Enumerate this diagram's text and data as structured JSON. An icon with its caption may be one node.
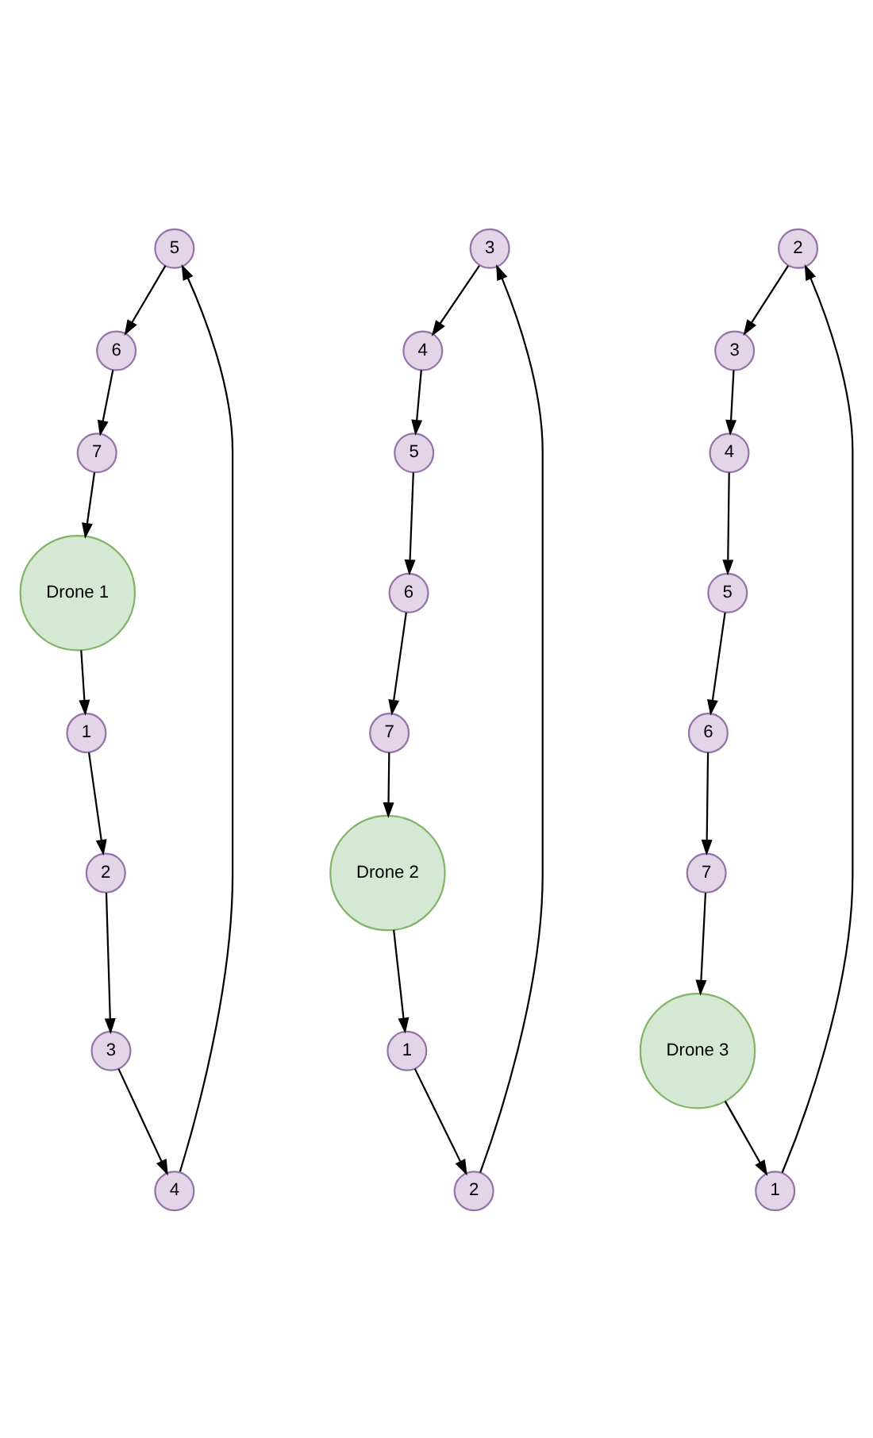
{
  "diagram": {
    "nodes": [
      {
        "text": [
          "5"
        ]
      },
      {
        "text": [
          "4"
        ]
      },
      {
        "text": [
          "Drone 1"
        ]
      },
      {
        "text": [
          "1"
        ]
      },
      {
        "text": [
          "6"
        ]
      },
      {
        "text": [
          "7"
        ]
      },
      {
        "text": [
          "3"
        ]
      },
      {
        "text": [
          "2"
        ]
      },
      {
        "text": [
          "3"
        ]
      },
      {
        "text": [
          "4"
        ]
      },
      {
        "text": [
          "7"
        ]
      },
      {
        "text": [
          "Drone 2"
        ]
      },
      {
        "text": [
          "2"
        ]
      },
      {
        "text": [
          "1"
        ]
      },
      {
        "text": [
          "5"
        ]
      },
      {
        "text": [
          "6"
        ]
      },
      {
        "text": [
          "2"
        ]
      },
      {
        "text": [
          "3"
        ]
      },
      {
        "text": [
          "7"
        ]
      },
      {
        "text": [
          "6"
        ]
      },
      {
        "text": [
          "1"
        ]
      },
      {
        "text": [
          "Drone 3"
        ]
      },
      {
        "text": [
          "4"
        ]
      },
      {
        "text": [
          "5"
        ]
      }
    ],
    "edges": [
      {
        "from": 2,
        "to": 3,
        "arrow": "to"
      },
      {
        "from": 3,
        "to": 7,
        "arrow": "to"
      },
      {
        "from": 7,
        "to": 6,
        "arrow": "to"
      },
      {
        "from": 6,
        "to": 1,
        "arrow": "to"
      },
      {
        "from": 1,
        "to": 0,
        "arrow": "to"
      },
      {
        "from": 0,
        "to": 4,
        "arrow": "to"
      },
      {
        "from": 4,
        "to": 5,
        "arrow": "to"
      },
      {
        "from": 5,
        "to": 2,
        "arrow": "to"
      },
      {
        "from": 11,
        "to": 13,
        "arrow": "to"
      },
      {
        "from": 13,
        "to": 12,
        "arrow": "to"
      },
      {
        "from": 12,
        "to": 8,
        "arrow": "to"
      },
      {
        "from": 8,
        "to": 9,
        "arrow": "to"
      },
      {
        "from": 9,
        "to": 14,
        "arrow": "to"
      },
      {
        "from": 14,
        "to": 15,
        "arrow": "to"
      },
      {
        "from": 15,
        "to": 10,
        "arrow": "to"
      },
      {
        "from": 10,
        "to": 11,
        "arrow": "to"
      },
      {
        "from": 21,
        "to": 20,
        "arrow": "to"
      },
      {
        "from": 20,
        "to": 16,
        "arrow": "to"
      },
      {
        "from": 16,
        "to": 17,
        "arrow": "to"
      },
      {
        "from": 17,
        "to": 22,
        "arrow": "to"
      },
      {
        "from": 22,
        "to": 23,
        "arrow": "to"
      },
      {
        "from": 23,
        "to": 19,
        "arrow": "to"
      },
      {
        "from": 19,
        "to": 18,
        "arrow": "to"
      },
      {
        "from": 18,
        "to": 21,
        "arrow": "to"
      }
    ]
  }
}
